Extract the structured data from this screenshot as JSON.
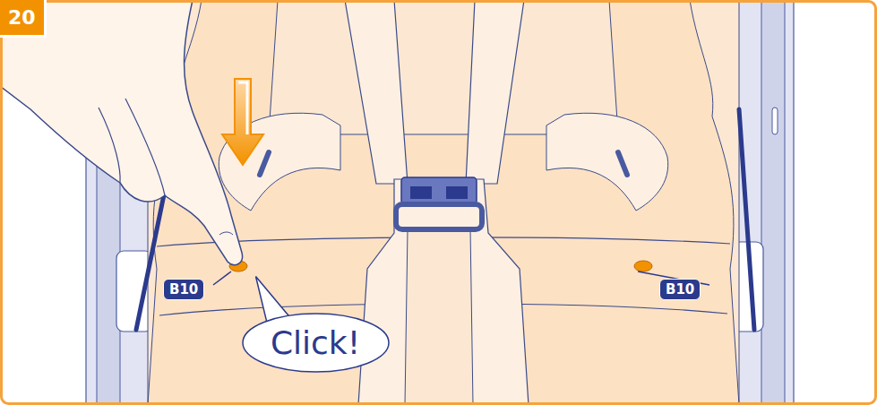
{
  "diagram": {
    "nodes": [
      {
        "text": [
          "20"
        ]
      },
      {
        "text": [
          "B10"
        ]
      },
      {
        "text": [
          "Click!"
        ]
      },
      {
        "text": [
          "B10"
        ]
      }
    ]
  }
}
